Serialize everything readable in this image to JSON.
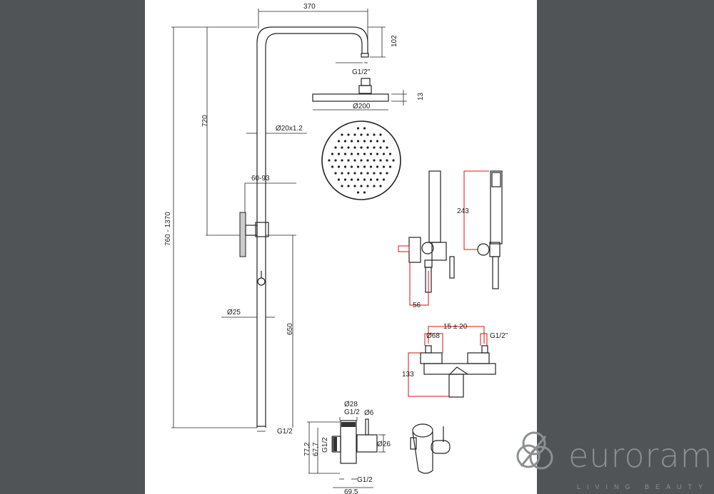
{
  "drawing": {
    "dims": {
      "width_arm": "370",
      "arm_drop": "102",
      "head_thread": "G1/2\"",
      "head_thickness": "13",
      "head_diameter": "Ø200",
      "pipe_diameter": "Ø20x1.2",
      "total_height": "760 - 1370",
      "upper_height": "720",
      "offset": "60-93",
      "lower_height": "650",
      "lower_pipe": "Ø25",
      "bottom_thread": "G1/2",
      "hand_length": "243",
      "hand_depth": "56",
      "mixer_spacing": "15 ± 20",
      "mixer_diameter": "Ø68",
      "mixer_thread": "G1/2\"",
      "mixer_height": "133",
      "div_top_diameter": "Ø28",
      "div_top_thread": "G1/2",
      "div_pin": "Ø6",
      "div_h1": "77,2",
      "div_h2": "67,7",
      "div_side_thread": "G1/2",
      "div_body": "Ø26",
      "div_bottom_thread": "G1/2",
      "div_width": "69,5"
    },
    "colors": {
      "dimension_red": "#dd1111",
      "line": "#222222",
      "background": "#505457"
    }
  },
  "logo": {
    "brand": "eurorama",
    "tagline": "LIVING BEAUTY"
  }
}
